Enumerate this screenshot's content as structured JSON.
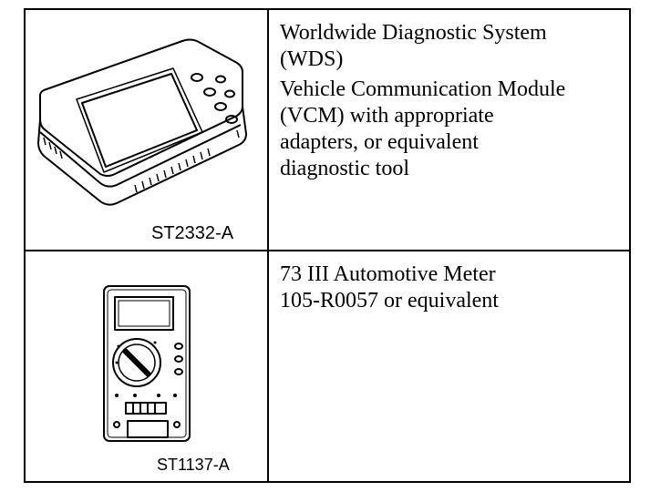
{
  "rows": [
    {
      "figure_code": "ST2332-A",
      "figure_icon": "diagnostic-tablet-icon",
      "paragraphs": [
        "Worldwide Diagnostic System\n(WDS)",
        "Vehicle Communication Module\n(VCM) with appropriate\nadapters, or equivalent\ndiagnostic tool"
      ]
    },
    {
      "figure_code": "ST1137-A",
      "figure_icon": "multimeter-icon",
      "paragraphs": [
        "73 III Automotive Meter\n105-R0057 or equivalent"
      ]
    }
  ]
}
